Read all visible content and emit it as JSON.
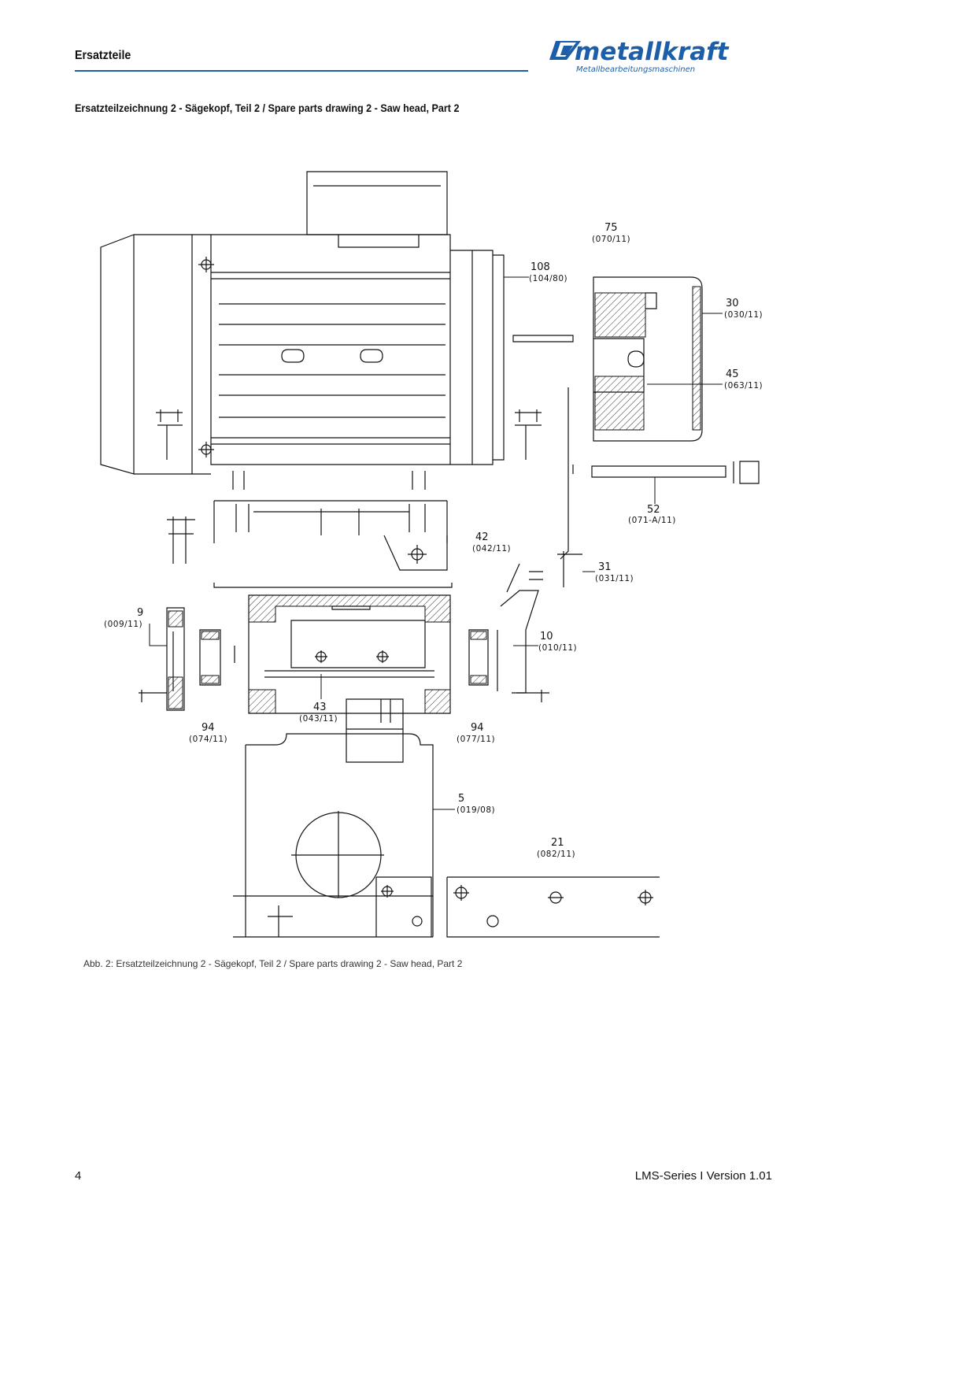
{
  "header": {
    "section": "Ersatzteile",
    "logo_text": "metallkraft",
    "logo_tagline": "Metallbearbeitungsmaschinen",
    "accent_color": "#1d5ea8"
  },
  "drawing": {
    "title": "Ersatzteilzeichnung 2 - Sägekopf, Teil 2 / Spare parts drawing 2 - Saw head, Part 2",
    "caption": "Abb. 2: Ersatzteilzeichnung 2 - Sägekopf, Teil 2 / Spare parts drawing 2 - Saw head, Part 2",
    "parts": [
      {
        "no": "75",
        "ref": "(070/11)"
      },
      {
        "no": "108",
        "ref": "(104/80)"
      },
      {
        "no": "30",
        "ref": "(030/11)"
      },
      {
        "no": "45",
        "ref": "(063/11)"
      },
      {
        "no": "52",
        "ref": "(071-A/11)"
      },
      {
        "no": "42",
        "ref": "(042/11)"
      },
      {
        "no": "31",
        "ref": "(031/11)"
      },
      {
        "no": "9",
        "ref": "(009/11)"
      },
      {
        "no": "10",
        "ref": "(010/11)"
      },
      {
        "no": "43",
        "ref": "(043/11)"
      },
      {
        "no": "94",
        "ref": "(074/11)"
      },
      {
        "no": "94",
        "ref": "(077/11)"
      },
      {
        "no": "5",
        "ref": "(019/08)"
      },
      {
        "no": "21",
        "ref": "(082/11)"
      }
    ]
  },
  "footer": {
    "page_number": "4",
    "version": "LMS-Series I Version 1.01"
  }
}
